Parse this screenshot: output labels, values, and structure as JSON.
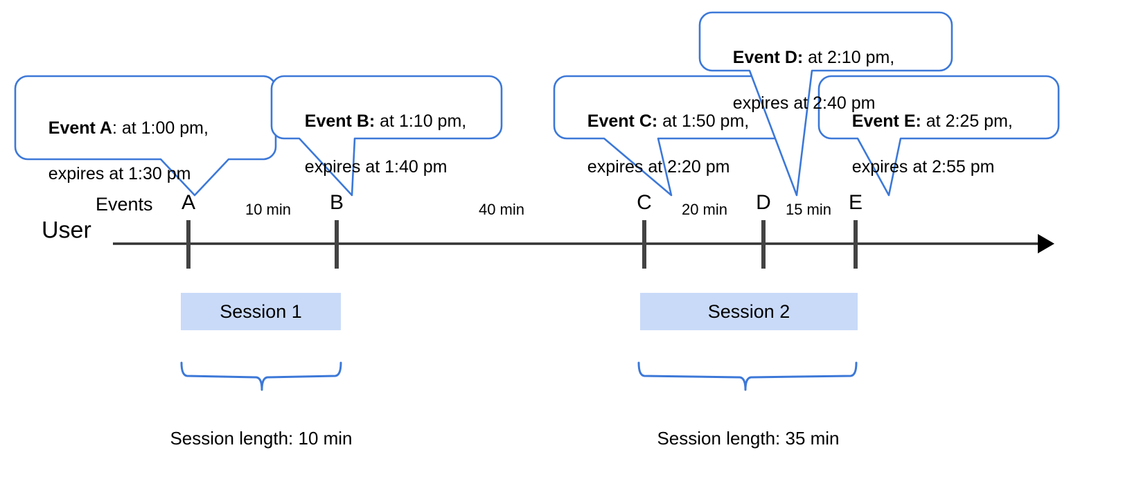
{
  "diagram": {
    "title": "Session timeline with expiring events",
    "accent_blue": "#3c78d8",
    "session_fill": "#c9daf8",
    "axis_color": "#333333"
  },
  "callouts": [
    {
      "id": "event-a",
      "label": "Event A",
      "separator": ": ",
      "line1": "at 1:00 pm,",
      "line2": "expires at 1:30 pm",
      "bold_colon": false
    },
    {
      "id": "event-b",
      "label": "Event B:",
      "separator": " ",
      "line1": "at 1:10 pm,",
      "line2": "expires at 1:40 pm",
      "bold_colon": true
    },
    {
      "id": "event-c",
      "label": "Event C:",
      "separator": " ",
      "line1": "at 1:50 pm,",
      "line2": "expires at 2:20 pm",
      "bold_colon": true
    },
    {
      "id": "event-d",
      "label": "Event D:",
      "separator": " ",
      "line1": "at 2:10 pm,",
      "line2": "expires at 2:40 pm",
      "bold_colon": true
    },
    {
      "id": "event-e",
      "label": "Event E:",
      "separator": " ",
      "line1": "at 2:25 pm,",
      "line2": "expires at 2:55 pm",
      "bold_colon": true
    }
  ],
  "timeline": {
    "row_label": "User",
    "series_label": "Events",
    "ticks": [
      {
        "name": "A",
        "time": "1:00 pm"
      },
      {
        "name": "B",
        "time": "1:10 pm"
      },
      {
        "name": "C",
        "time": "1:50 pm"
      },
      {
        "name": "D",
        "time": "2:10 pm"
      },
      {
        "name": "E",
        "time": "2:25 pm"
      }
    ],
    "intervals": [
      {
        "from": "A",
        "to": "B",
        "label": "10 min"
      },
      {
        "from": "B",
        "to": "C",
        "label": "40 min"
      },
      {
        "from": "C",
        "to": "D",
        "label": "20 min"
      },
      {
        "from": "D",
        "to": "E",
        "label": "15 min"
      }
    ]
  },
  "sessions": [
    {
      "id": "session-1",
      "label": "Session 1",
      "caption": "Session length: 10 min",
      "spans": [
        "A",
        "B"
      ]
    },
    {
      "id": "session-2",
      "label": "Session 2",
      "caption": "Session length: 35 min",
      "spans": [
        "C",
        "E"
      ]
    }
  ]
}
